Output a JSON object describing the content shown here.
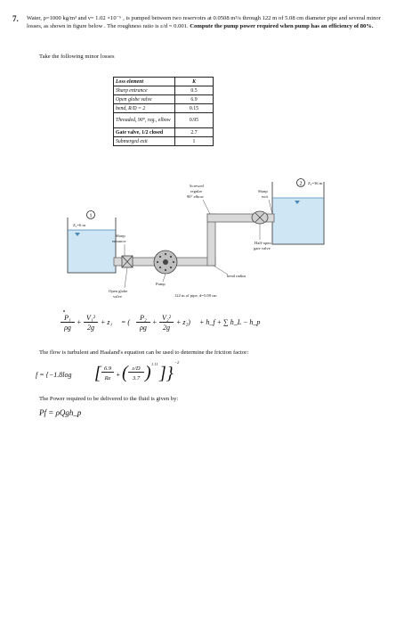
{
  "question": {
    "number": "7.",
    "text_lead": "Water, ρ=1000 kg/m³ and ν= 1.02 ×10⁻⁶ , is pumped between two reservoirs at 0.0508 m³/s through 122 m of 5.08 cm diameter pipe and several minor losses, as shown in figure below . The roughness ratio is ε/d = 0.001.",
    "text_bold": "Compute the pump power required when pump has an efficiency of 80%.",
    "intro": "Take the following minor losses"
  },
  "losses_table": {
    "header": [
      "Loss element",
      "K"
    ],
    "rows": [
      [
        "Sharp entrance",
        "0.5"
      ],
      [
        "Open globe valve",
        "6.9"
      ],
      [
        "bend, R/D = 2",
        "0.15"
      ],
      [
        "Threaded, 90°, reg., elbow",
        "0.95"
      ],
      [
        "Gate valve, 1/2 closed",
        "2.7"
      ],
      [
        "Submerged exit",
        "1"
      ]
    ]
  },
  "figure": {
    "point1_marker": "1",
    "point1_height": "Z₁=6 m",
    "point2_marker": "2",
    "point2_height": "Z₂=36 m",
    "label_sharp_entrance_l1": "Sharp",
    "label_sharp_entrance_l2": "entrance",
    "label_open_globe_l1": "Open globe",
    "label_open_globe_l2": "valve",
    "label_pump": "Pump",
    "label_pipe": "122 m of pipe, d=5.08 cm",
    "label_bend": "bend radius",
    "label_elbow_l1": "Screwed",
    "label_elbow_l2": "regular",
    "label_elbow_l3": "90° elbow",
    "label_exit_l1": "Sharp",
    "label_exit_l2": "exit",
    "label_gate_l1": "Half-open",
    "label_gate_l2": "gate valve"
  },
  "energy_equation": {
    "p1": "P₁",
    "v1": "V₁²",
    "z1": "+ z₁",
    "p2": "P₂",
    "v2": "V₂²",
    "z2": "+ z₂)",
    "den_p": "ρg",
    "den_v": "2g",
    "tail": "+ h_f + ∑ h_L − h_p"
  },
  "flow_text": "The flow  is turbulent and Haaland's equation can be used to determine the friction factor:",
  "haaland": {
    "lhs": "f = {−1.8log",
    "frac1_num": "6.9",
    "frac1_den": "Re",
    "frac2_num": "ε/D",
    "frac2_den": "3.7",
    "exp_inner": "1.11",
    "exp_outer": "−2"
  },
  "power_text": "The Power required to be delivered to the fluid is given by:",
  "power_eq": "Pf = ρQgh_p"
}
